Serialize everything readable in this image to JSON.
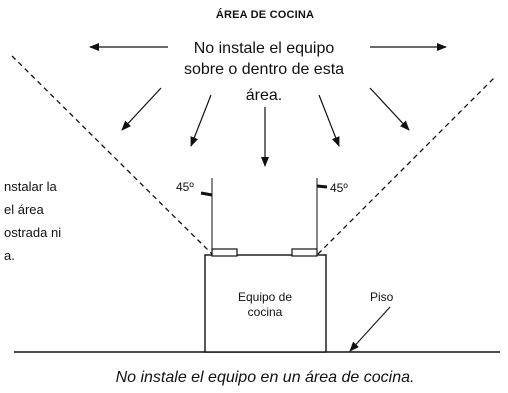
{
  "title": "ÁREA DE COCINA",
  "warning": {
    "line1": "No instale el equipo",
    "line2": "sobre o dentro de esta",
    "line3": "área."
  },
  "side_text": {
    "line1": "nstalar la",
    "line2": "el área",
    "line3": "ostrada ni",
    "line4": "a."
  },
  "angles": {
    "left": "45º",
    "right": "45º"
  },
  "equipment": {
    "line1": "Equipo de",
    "line2": "cocina"
  },
  "floor_label": "Piso",
  "caption": "No instale el equipo en un área de cocina."
}
